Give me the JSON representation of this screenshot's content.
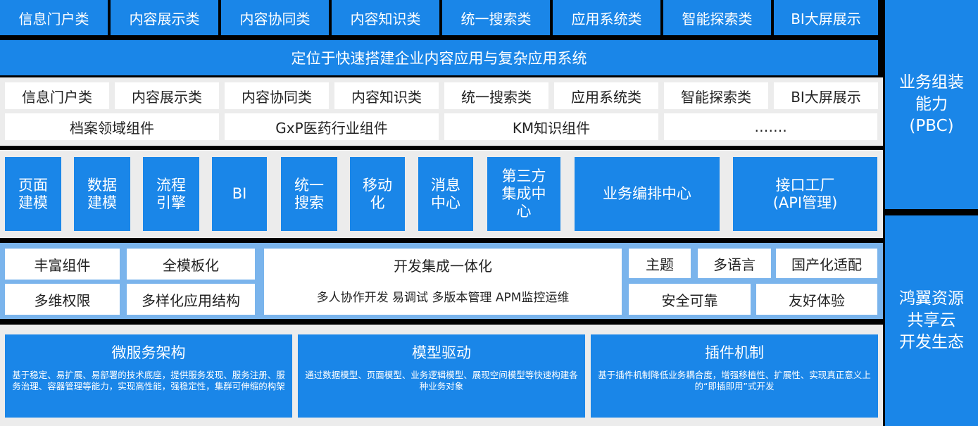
{
  "top_categories": [
    "信息门户类",
    "内容展示类",
    "内容协同类",
    "内容知识类",
    "统一搜索类",
    "应用系统类",
    "智能探索类",
    "BI大屏展示"
  ],
  "positioning_banner": "定位于快速搭建企业内容应用与复杂应用系统",
  "pbc_categories": [
    "信息门户类",
    "内容展示类",
    "内容协同类",
    "内容知识类",
    "统一搜索类",
    "应用系统类",
    "智能探索类",
    "BI大屏展示"
  ],
  "domain_components": [
    "档案领域组件",
    "GxP医药行业组件",
    "KM知识组件",
    "……."
  ],
  "capability_tiles": [
    "页面\n建模",
    "数据\n建模",
    "流程\n引擎",
    "BI",
    "统一\n搜索",
    "移动\n化",
    "消息\n中心",
    "第三方\n集成中\n心",
    "业务编排中心",
    "接口工厂\n(API管理)"
  ],
  "features": {
    "left": [
      "丰富组件",
      "全模板化",
      "多维权限",
      "多样化应用结构"
    ],
    "center_title": "开发集成一体化",
    "center_sub": "多人协作开发 易调试 多版本管理 APM监控运维",
    "right_top": [
      "主题",
      "多语言",
      "国产化适配"
    ],
    "right_bottom": [
      "安全可靠",
      "友好体验"
    ]
  },
  "foundations": [
    {
      "title": "微服务架构",
      "desc": "基于稳定、易扩展、易部署的技术底座，提供服务发现、服务注册、服务治理、容器管理等能力，实现高性能，强稳定性，集群可伸缩的构架"
    },
    {
      "title": "模型驱动",
      "desc": "通过数据模型、页面模型、业务逻辑模型、展现空间模型等快速构建各种业务对象"
    },
    {
      "title": "插件机制",
      "desc": "基于插件机制降低业务耦合度，增强移植性、扩展性、实现真正意义上的“即插即用”式开发"
    }
  ],
  "side_labels": {
    "pbc": "业务组装\n能力\n(PBC)",
    "cloud": "鸿翼资源\n共享云\n开发生态"
  },
  "colors": {
    "accent": "#1a86e8",
    "panel": "#ececec",
    "background": "#000000"
  }
}
